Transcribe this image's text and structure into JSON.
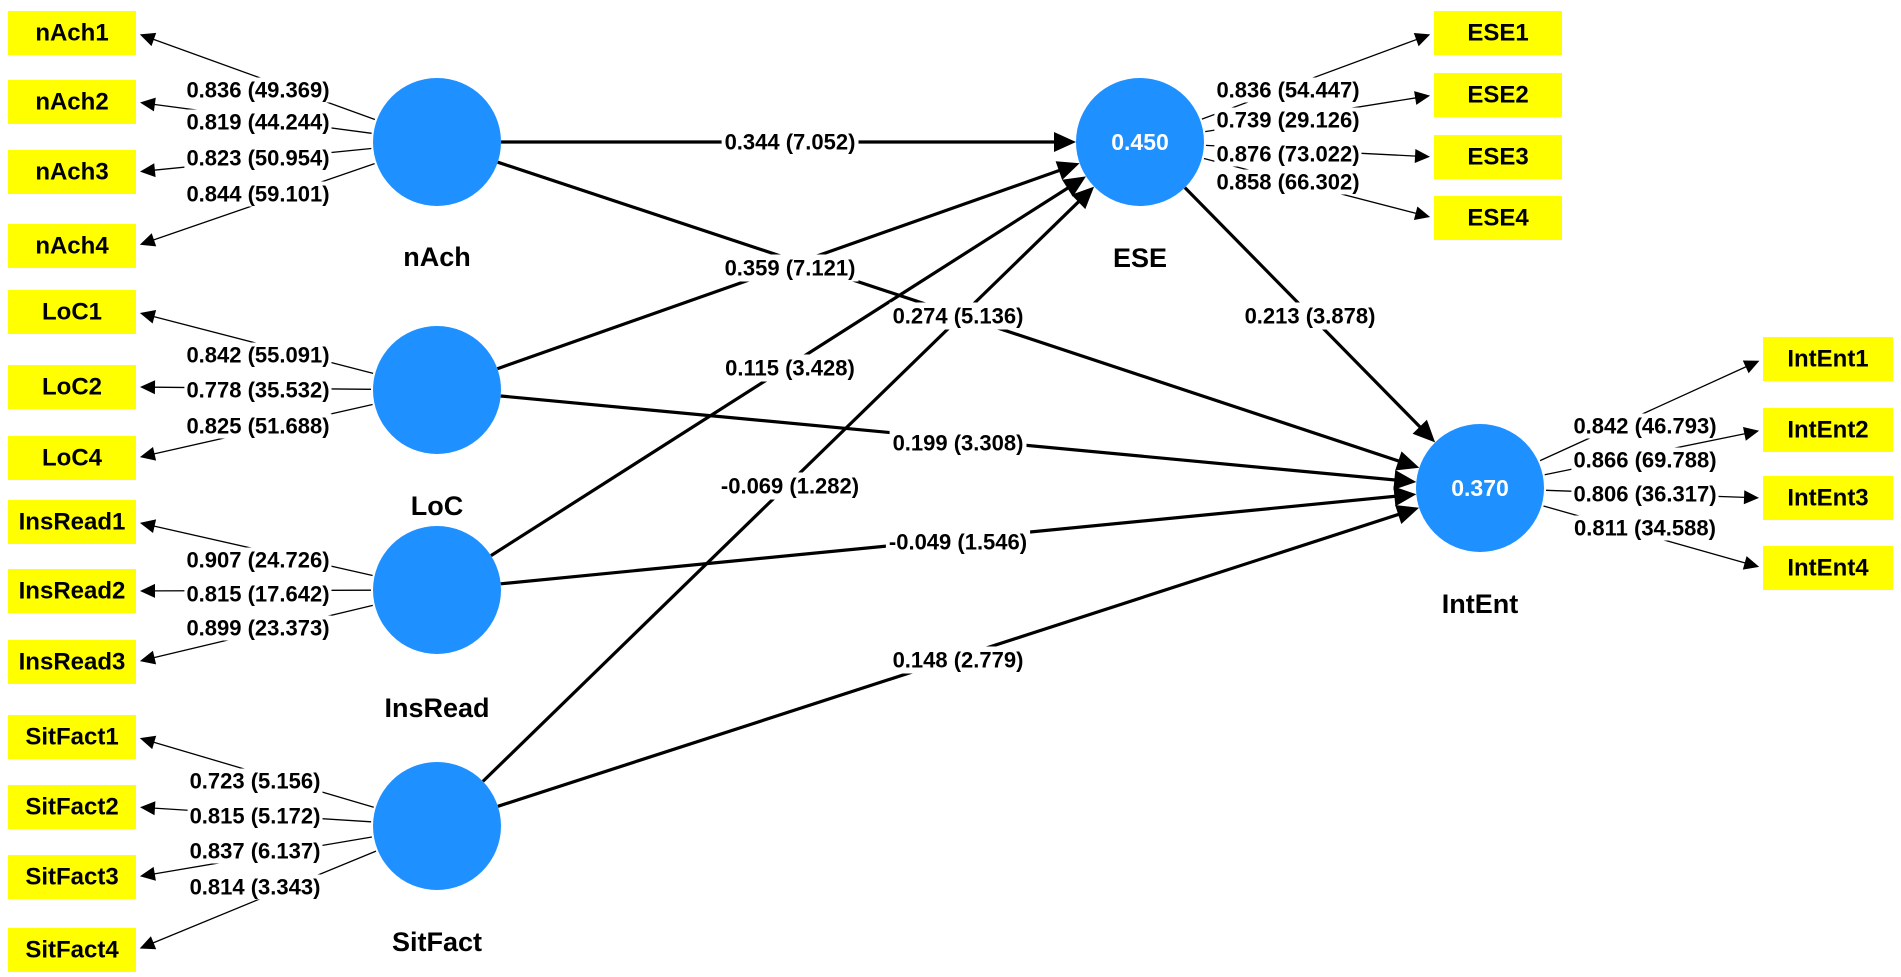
{
  "diagram": {
    "constructs": [
      {
        "id": "nAch",
        "label": "nAch",
        "r2": ""
      },
      {
        "id": "LoC",
        "label": "LoC",
        "r2": ""
      },
      {
        "id": "InsRead",
        "label": "InsRead",
        "r2": ""
      },
      {
        "id": "SitFact",
        "label": "SitFact",
        "r2": ""
      },
      {
        "id": "ESE",
        "label": "ESE",
        "r2": "0.450"
      },
      {
        "id": "IntEnt",
        "label": "IntEnt",
        "r2": "0.370"
      }
    ],
    "indicators": [
      {
        "id": "nAch1",
        "label": "nAch1",
        "construct": "nAch",
        "loading": "0.836 (49.369)"
      },
      {
        "id": "nAch2",
        "label": "nAch2",
        "construct": "nAch",
        "loading": "0.819 (44.244)"
      },
      {
        "id": "nAch3",
        "label": "nAch3",
        "construct": "nAch",
        "loading": "0.823 (50.954)"
      },
      {
        "id": "nAch4",
        "label": "nAch4",
        "construct": "nAch",
        "loading": "0.844 (59.101)"
      },
      {
        "id": "LoC1",
        "label": "LoC1",
        "construct": "LoC",
        "loading": "0.842 (55.091)"
      },
      {
        "id": "LoC2",
        "label": "LoC2",
        "construct": "LoC",
        "loading": "0.778 (35.532)"
      },
      {
        "id": "LoC4",
        "label": "LoC4",
        "construct": "LoC",
        "loading": "0.825 (51.688)"
      },
      {
        "id": "InsRead1",
        "label": "InsRead1",
        "construct": "InsRead",
        "loading": "0.907 (24.726)"
      },
      {
        "id": "InsRead2",
        "label": "InsRead2",
        "construct": "InsRead",
        "loading": "0.815 (17.642)"
      },
      {
        "id": "InsRead3",
        "label": "InsRead3",
        "construct": "InsRead",
        "loading": "0.899 (23.373)"
      },
      {
        "id": "SitFact1",
        "label": "SitFact1",
        "construct": "SitFact",
        "loading": "0.723 (5.156)"
      },
      {
        "id": "SitFact2",
        "label": "SitFact2",
        "construct": "SitFact",
        "loading": "0.815 (5.172)"
      },
      {
        "id": "SitFact3",
        "label": "SitFact3",
        "construct": "SitFact",
        "loading": "0.837 (6.137)"
      },
      {
        "id": "SitFact4",
        "label": "SitFact4",
        "construct": "SitFact",
        "loading": "0.814 (3.343)"
      },
      {
        "id": "ESE1",
        "label": "ESE1",
        "construct": "ESE",
        "loading": "0.836 (54.447)"
      },
      {
        "id": "ESE2",
        "label": "ESE2",
        "construct": "ESE",
        "loading": "0.739 (29.126)"
      },
      {
        "id": "ESE3",
        "label": "ESE3",
        "construct": "ESE",
        "loading": "0.876 (73.022)"
      },
      {
        "id": "ESE4",
        "label": "ESE4",
        "construct": "ESE",
        "loading": "0.858 (66.302)"
      },
      {
        "id": "IntEnt1",
        "label": "IntEnt1",
        "construct": "IntEnt",
        "loading": "0.842 (46.793)"
      },
      {
        "id": "IntEnt2",
        "label": "IntEnt2",
        "construct": "IntEnt",
        "loading": "0.866 (69.788)"
      },
      {
        "id": "IntEnt3",
        "label": "IntEnt3",
        "construct": "IntEnt",
        "loading": "0.806 (36.317)"
      },
      {
        "id": "IntEnt4",
        "label": "IntEnt4",
        "construct": "IntEnt",
        "loading": "0.811 (34.588)"
      }
    ],
    "paths": [
      {
        "from": "nAch",
        "to": "ESE",
        "label": "0.344 (7.052)"
      },
      {
        "from": "nAch",
        "to": "IntEnt",
        "label": "0.274 (5.136)"
      },
      {
        "from": "LoC",
        "to": "ESE",
        "label": "0.359 (7.121)"
      },
      {
        "from": "LoC",
        "to": "IntEnt",
        "label": "0.199 (3.308)"
      },
      {
        "from": "InsRead",
        "to": "ESE",
        "label": "0.115 (3.428)"
      },
      {
        "from": "InsRead",
        "to": "IntEnt",
        "label": "-0.049 (1.546)"
      },
      {
        "from": "SitFact",
        "to": "ESE",
        "label": "-0.069 (1.282)"
      },
      {
        "from": "SitFact",
        "to": "IntEnt",
        "label": "0.148 (2.779)"
      },
      {
        "from": "ESE",
        "to": "IntEnt",
        "label": "0.213 (3.878)"
      }
    ],
    "colors": {
      "construct_fill": "#1e90ff",
      "indicator_fill": "#ffff00",
      "line": "#000000",
      "text": "#000000",
      "r2_text": "#ffffff"
    }
  }
}
